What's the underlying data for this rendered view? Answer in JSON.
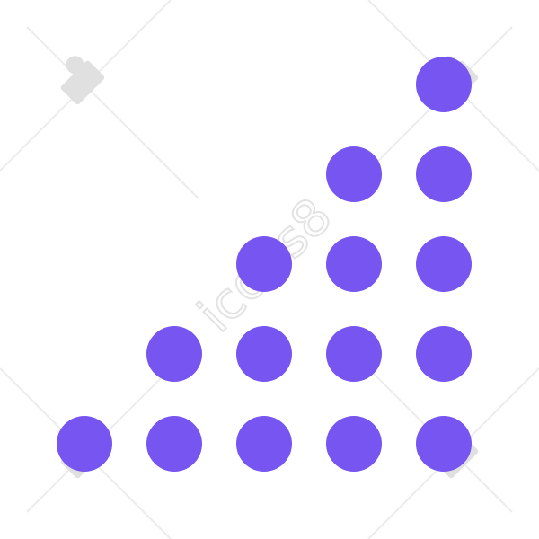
{
  "image": {
    "subject": "staircase-dot-icon",
    "dot_color": "#7755F0",
    "background_color": "#FFFFFF",
    "watermark_color": "#E3E3E3",
    "columns": [
      {
        "dots": 1
      },
      {
        "dots": 2
      },
      {
        "dots": 3
      },
      {
        "dots": 4
      },
      {
        "dots": 5
      }
    ]
  },
  "watermark": {
    "text": "icons8"
  }
}
